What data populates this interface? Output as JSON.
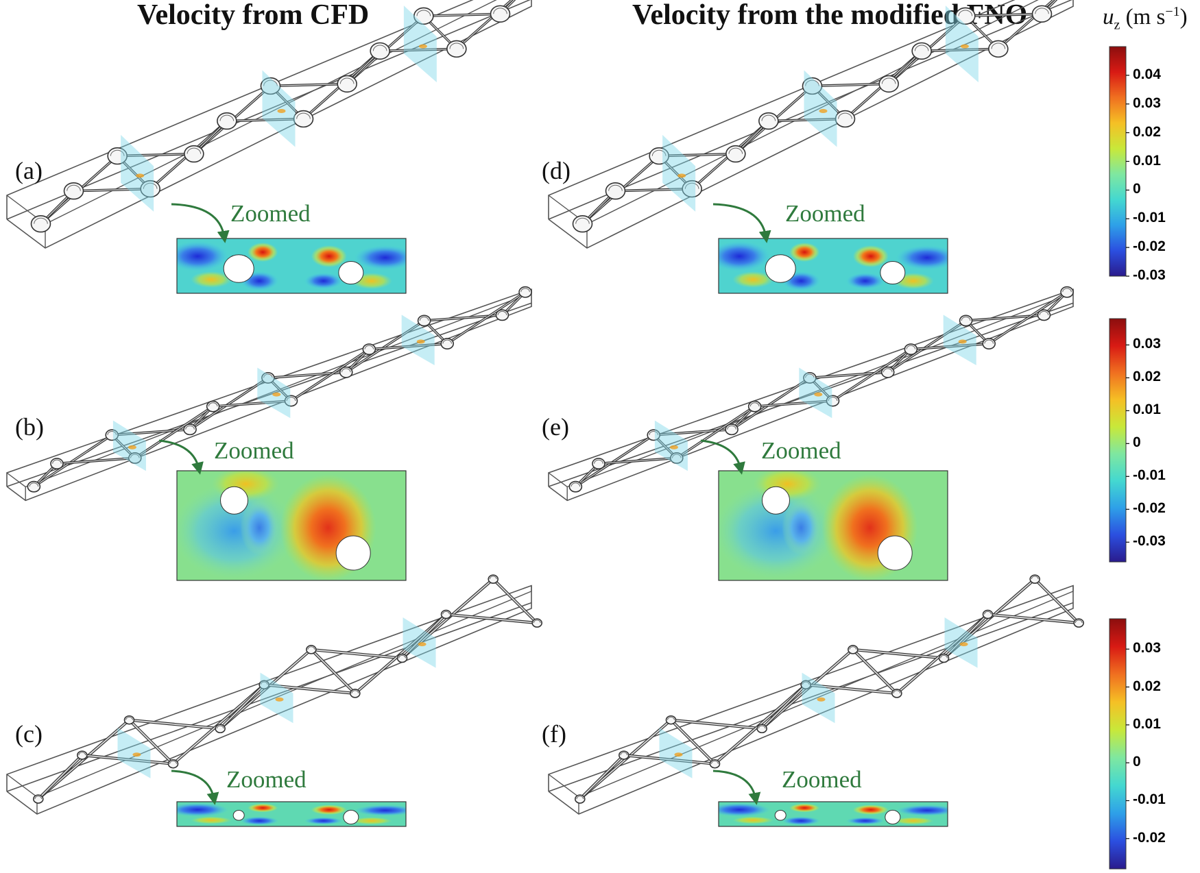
{
  "titles": {
    "left": "Velocity from CFD",
    "right": "Velocity from the modified FNO"
  },
  "panels": [
    {
      "label": "(a)",
      "zoom": "Zoomed"
    },
    {
      "label": "(b)",
      "zoom": "Zoomed"
    },
    {
      "label": "(c)",
      "zoom": "Zoomed"
    },
    {
      "label": "(d)",
      "zoom": "Zoomed"
    },
    {
      "label": "(e)",
      "zoom": "Zoomed"
    },
    {
      "label": "(f)",
      "zoom": "Zoomed"
    }
  ],
  "colorbar": {
    "symbol": "u",
    "subscript": "z",
    "unit": "(m s",
    "unit_sup": "−1",
    "unit_close": ")",
    "bars": [
      {
        "ticks": [
          "0.04",
          "0.03",
          "0.02",
          "0.01",
          "0",
          "-0.01",
          "-0.02",
          "-0.03"
        ],
        "vmax": 0.05,
        "vmin": -0.03
      },
      {
        "ticks": [
          "0.03",
          "0.02",
          "0.01",
          "0",
          "-0.01",
          "-0.02",
          "-0.03"
        ],
        "vmax": 0.038,
        "vmin": -0.036
      },
      {
        "ticks": [
          "0.03",
          "0.02",
          "0.01",
          "0",
          "-0.01",
          "-0.02"
        ],
        "vmax": 0.038,
        "vmin": -0.028
      }
    ],
    "colors": [
      "#2a1b8c",
      "#2b4fe0",
      "#2ea0e8",
      "#44d8d0",
      "#7fe7a0",
      "#c8e83a",
      "#f5c025",
      "#f07020",
      "#d81a14",
      "#8c0e0e"
    ]
  }
}
